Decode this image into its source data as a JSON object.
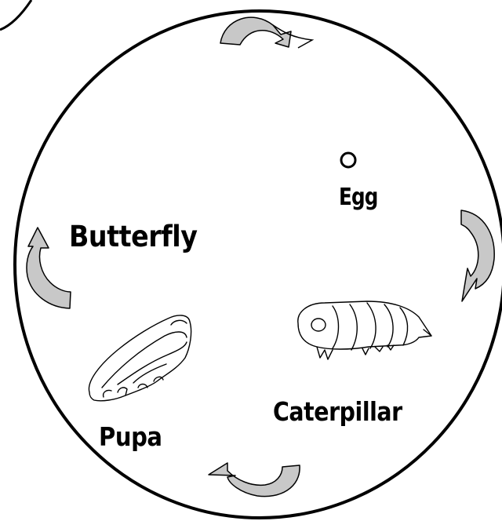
{
  "diagram": {
    "stages": {
      "egg": "Egg",
      "caterpillar": "Caterpillar",
      "pupa": "Pupa",
      "butterfly": "Butterfly"
    },
    "colors": {
      "outline": "#000000",
      "arrow_fill": "#c8c8c8",
      "background": "#ffffff"
    },
    "icons": [
      "egg-icon",
      "caterpillar-icon",
      "pupa-icon",
      "cycle-arrow-icon"
    ]
  }
}
